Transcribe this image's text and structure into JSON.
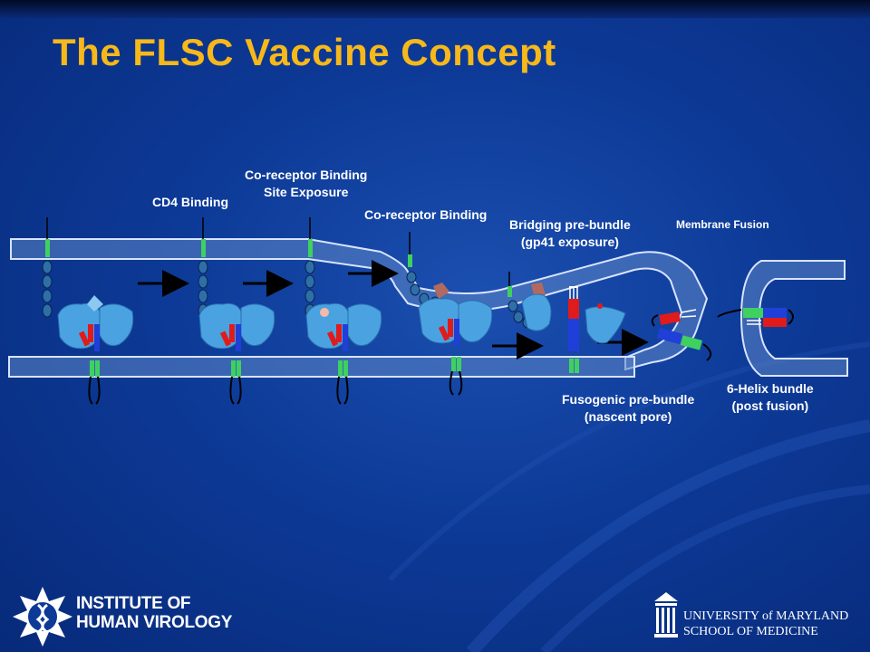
{
  "slide": {
    "title": "The FLSC Vaccine Concept"
  },
  "stages": {
    "cd4_binding": "CD4 Binding",
    "coreceptor_site_line1": "Co-receptor Binding",
    "coreceptor_site_line2": "Site Exposure",
    "coreceptor_binding": "Co-receptor Binding",
    "bridging_line1": "Bridging pre-bundle",
    "bridging_line2": "(gp41 exposure)",
    "membrane_fusion": "Membrane Fusion",
    "fusogenic_line1": "Fusogenic pre-bundle",
    "fusogenic_line2": "(nascent pore)",
    "helix_line1": "6-Helix bundle",
    "helix_line2": "(post fusion)"
  },
  "logos": {
    "ihv_line1": "INSTITUTE OF",
    "ihv_line2": "HUMAN VIROLOGY",
    "umd_line1": "UNIVERSITY of MARYLAND",
    "umd_line2": "SCHOOL OF MEDICINE"
  },
  "colors": {
    "title": "#f7b81a",
    "background": "#0d3a97",
    "membrane": "#6f93cc",
    "gp120": "#4aa3e0",
    "helix_red": "#e01b1b",
    "helix_blue": "#1f3fd8",
    "helix_green": "#3fd160"
  }
}
